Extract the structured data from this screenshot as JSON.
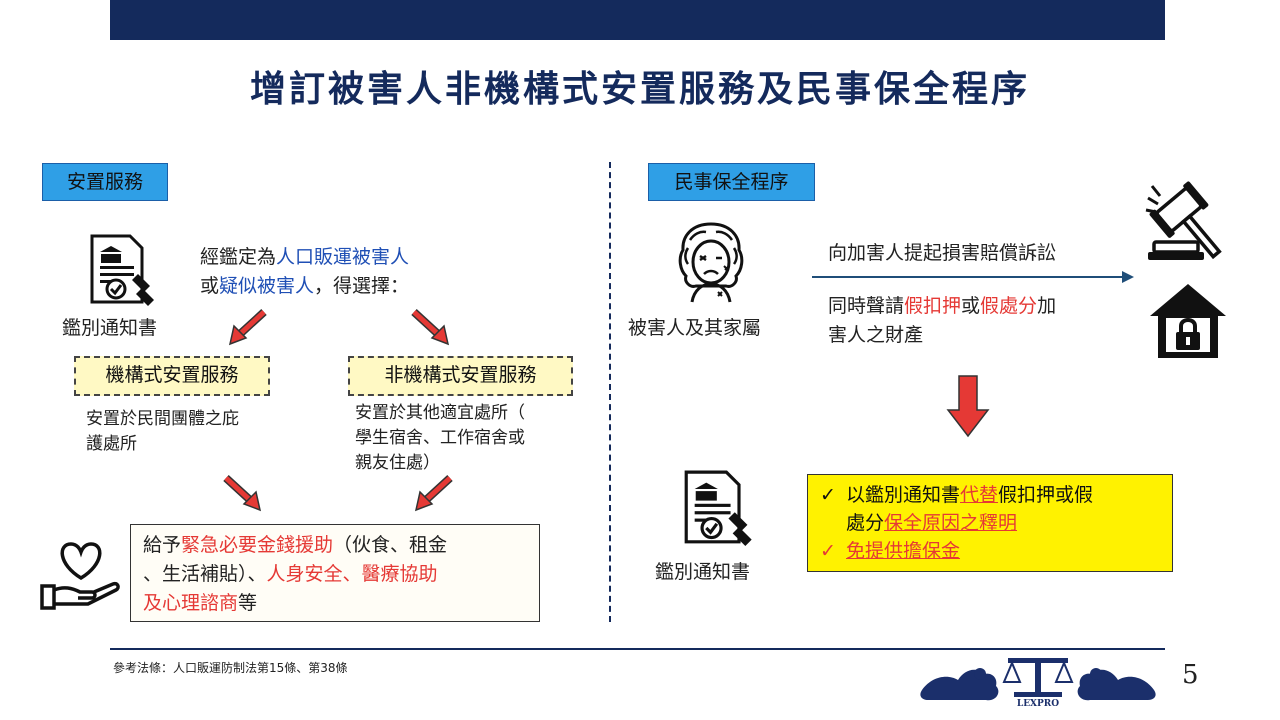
{
  "title": "增訂被害人非機構式安置服務及民事保全程序",
  "left": {
    "tag": "安置服務",
    "doc_label": "鑑別通知書",
    "intro_line1_a": "經鑑定為",
    "intro_line1_b": "人口販運被害人",
    "intro_line2_a": "或",
    "intro_line2_b": "疑似被害人",
    "intro_line2_c": "，得選擇：",
    "option1": "機構式安置服務",
    "option2": "非機構式安置服務",
    "option1_desc_line1": "安置於民間團體之庇",
    "option1_desc_line2": "護處所",
    "option2_desc_line1": "安置於其他適宜處所（",
    "option2_desc_line2": "學生宿舍、工作宿舍或",
    "option2_desc_line3": "親友住處）",
    "aid_a": "給予",
    "aid_b": "緊急必要金錢援助",
    "aid_c": "（伙食、租金",
    "aid_d": "、生活補貼）、",
    "aid_e": "人身安全、醫療協助",
    "aid_f": "及心理諮商",
    "aid_g": "等"
  },
  "right": {
    "tag": "民事保全程序",
    "victim_label": "被害人及其家屬",
    "action1": "向加害人提起損害賠償訴訟",
    "action2_a": "同時聲請",
    "action2_b": "假扣押",
    "action2_c": "或",
    "action2_d": "假處分",
    "action2_e": "加",
    "action2_f": "害人之財產",
    "doc_label": "鑑別通知書",
    "check": "✓",
    "p1_a": "以鑑別通知書",
    "p1_b": "代替",
    "p1_c": "假扣押或假",
    "p1_d": "處分",
    "p1_e": "保全原因之釋明",
    "p2": "免提供擔保金"
  },
  "footer": {
    "reference": "參考法條：人口販運防制法第15條、第38條",
    "page": "5",
    "logo_text": "LEXPRO"
  },
  "colors": {
    "navy": "#142a5c",
    "tag_blue": "#2f9fe6",
    "red": "#e53935",
    "yellow": "#fff200"
  }
}
